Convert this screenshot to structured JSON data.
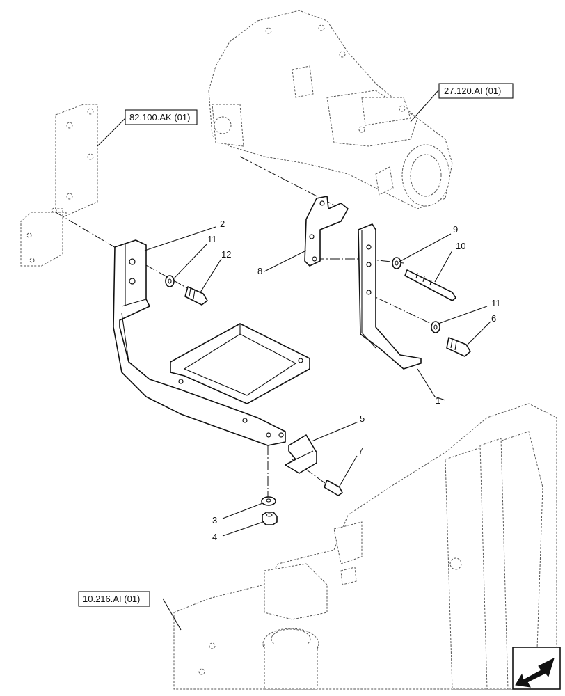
{
  "references": [
    {
      "id": "ref-transmission",
      "label": "27.120.AI (01)"
    },
    {
      "id": "ref-mount-bracket",
      "label": "82.100.AK (01)"
    },
    {
      "id": "ref-fuel-tank",
      "label": "10.216.AI (01)"
    }
  ],
  "callouts": [
    "1",
    "2",
    "3",
    "4",
    "5",
    "6",
    "7",
    "8",
    "9",
    "10",
    "11",
    "11",
    "12"
  ],
  "nav_icon": "arrow-left-down-icon"
}
